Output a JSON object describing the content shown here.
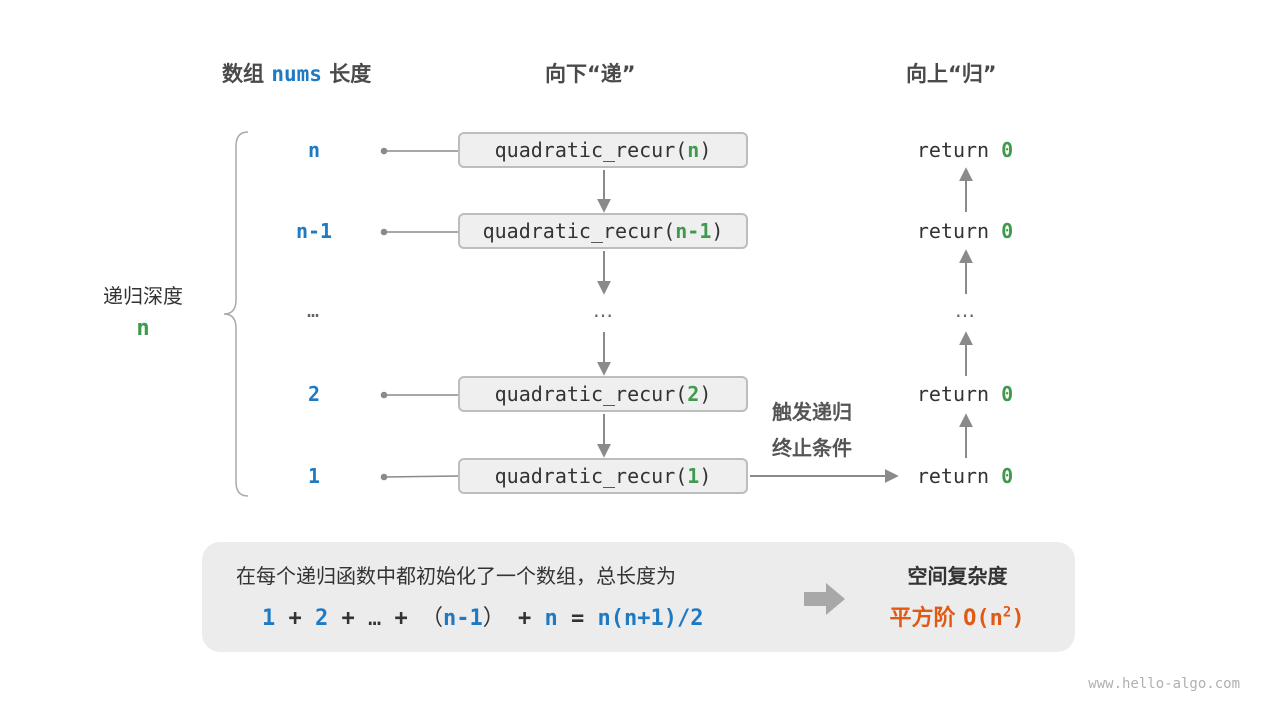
{
  "headers": {
    "left_prefix": "数组",
    "left_var": "nums",
    "left_suffix": "长度",
    "middle": "向下“递”",
    "right": "向上“归”"
  },
  "side_label": {
    "text": "递归深度",
    "var": "n"
  },
  "levels": [
    {
      "label": "n",
      "call_prefix": "quadratic_recur(",
      "arg": "n",
      "call_suffix": ")",
      "ret_prefix": "return",
      "ret_value": "0"
    },
    {
      "label": "n-1",
      "call_prefix": "quadratic_recur(",
      "arg": "n-1",
      "call_suffix": ")",
      "ret_prefix": "return",
      "ret_value": "0"
    },
    {
      "label": "…",
      "middle_dots": "…",
      "right_dots": "…"
    },
    {
      "label": "2",
      "call_prefix": "quadratic_recur(",
      "arg": "2",
      "call_suffix": ")",
      "ret_prefix": "return",
      "ret_value": "0"
    },
    {
      "label": "1",
      "call_prefix": "quadratic_recur(",
      "arg": "1",
      "call_suffix": ")",
      "ret_prefix": "return",
      "ret_value": "0"
    }
  ],
  "trigger": {
    "line1": "触发递归",
    "line2": "终止条件"
  },
  "summary": {
    "text": "在每个递归函数中都初始化了一个数组，总长度为",
    "formula": {
      "t1": "1",
      "p1": "+",
      "t2": "2",
      "p2": "+",
      "t3": "…",
      "p3": "+",
      "lp": "（",
      "t4": "n-1",
      "rp": "）",
      "p4": "+",
      "t5": "n",
      "eq": "=",
      "result": "n(n+1)/2"
    },
    "complexity_title": "空间复杂度",
    "complexity_value_prefix": "平方阶",
    "complexity_value_o": "O(n",
    "complexity_value_exp": "2",
    "complexity_value_close": ")"
  },
  "colors": {
    "blue": "#1f7ac4",
    "green": "#3f9a4e",
    "orange": "#e05a14",
    "gray_line": "#8a8a8a",
    "box_bg": "#efefef",
    "summary_bg": "#ececec"
  },
  "watermark": "www.hello-algo.com"
}
